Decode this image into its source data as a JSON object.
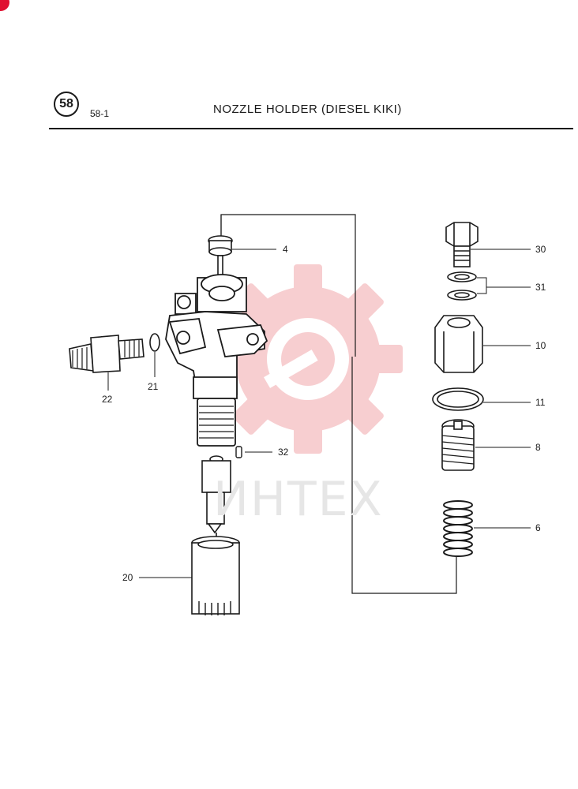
{
  "header": {
    "section_number": "58",
    "page_ref": "58-1",
    "title": "NOZZLE HOLDER (DIESEL KIKI)"
  },
  "watermark": {
    "text": "ИНТЕХ",
    "color": "#f7c9cc"
  },
  "callouts": {
    "p4": "4",
    "p30": "30",
    "p31": "31",
    "p10": "10",
    "p11": "11",
    "p8": "8",
    "p6": "6",
    "p22": "22",
    "p21": "21",
    "p32": "32",
    "p20": "20"
  },
  "colors": {
    "ink": "#1a1a1a",
    "accent": "#e01030"
  }
}
